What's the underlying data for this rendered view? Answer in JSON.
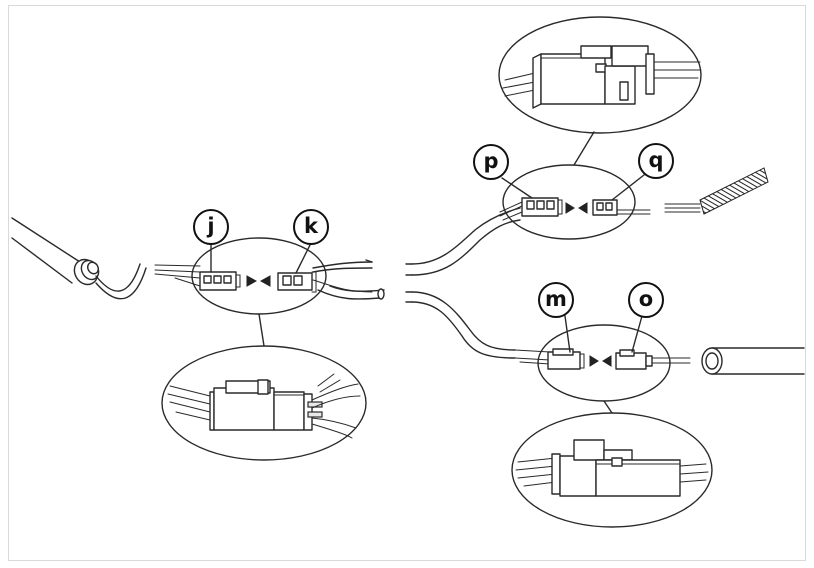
{
  "labels": {
    "j": "j",
    "k": "k",
    "p": "p",
    "q": "q",
    "m": "m",
    "o": "o"
  },
  "icons": {
    "arrows": "double-arrow-icon"
  }
}
